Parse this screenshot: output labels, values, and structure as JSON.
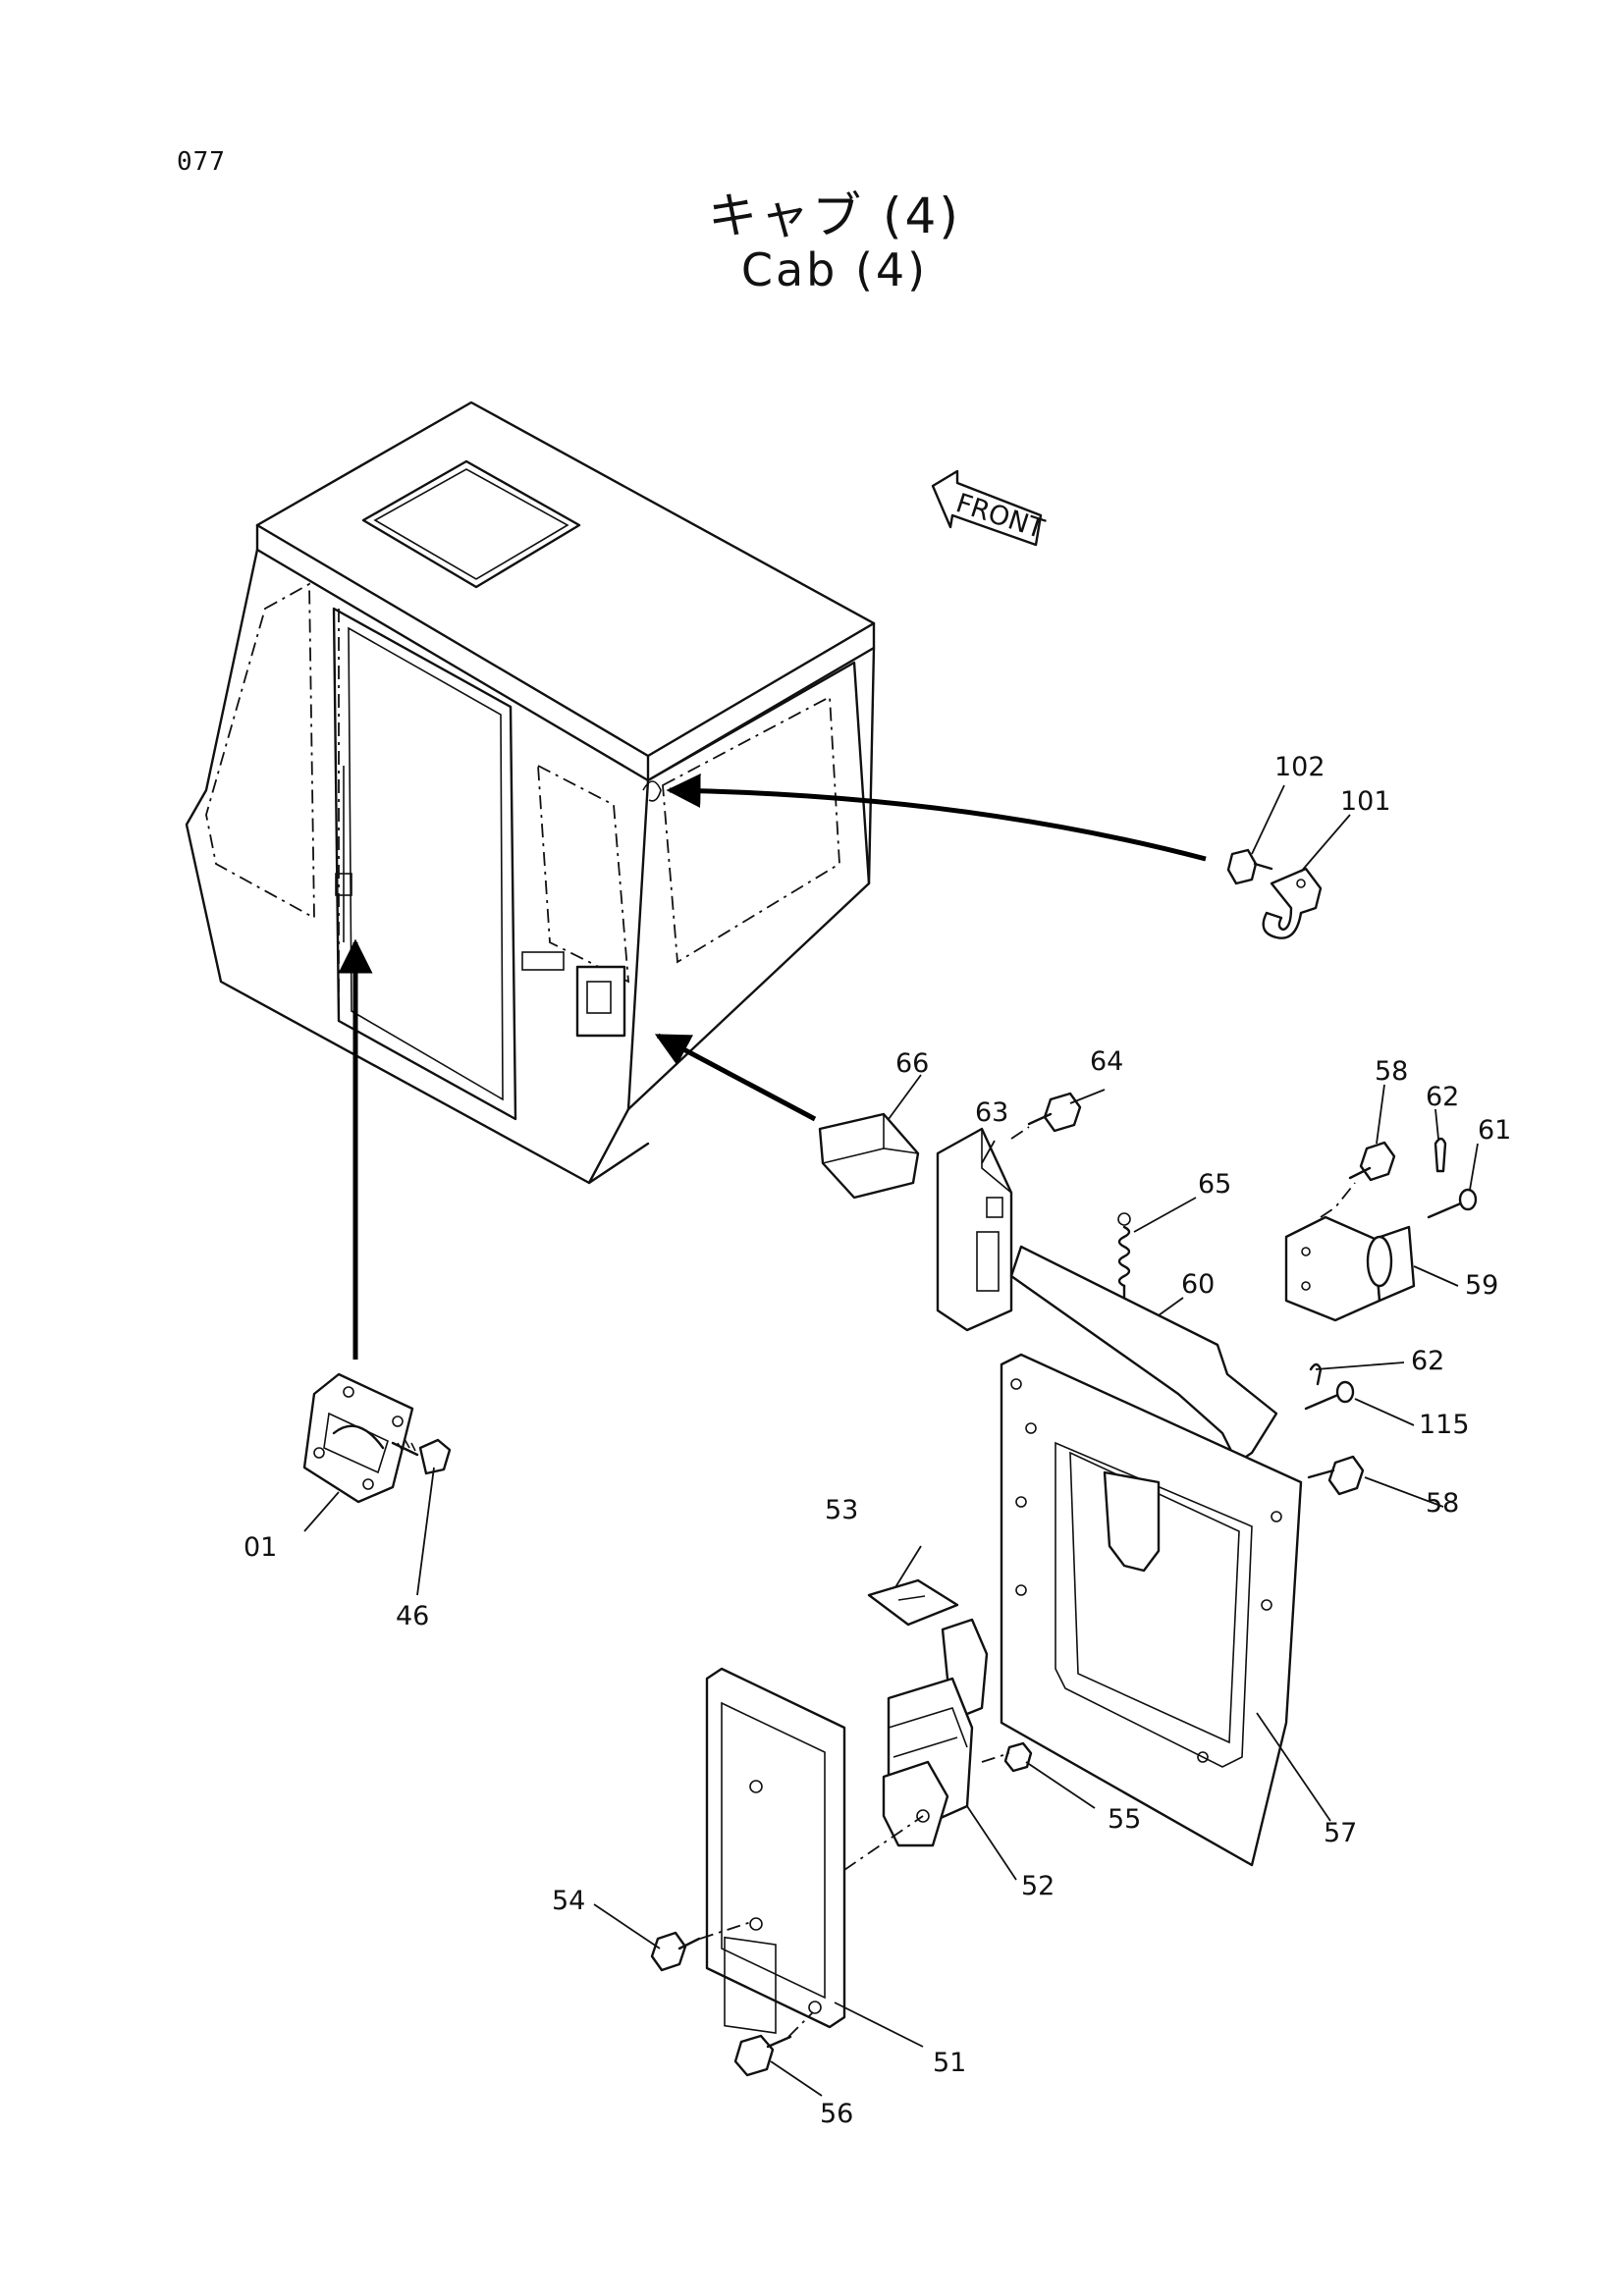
{
  "page_number": "077",
  "title_jp": "キャブ (4)",
  "title_en": "Cab (4)",
  "front_label": "FRONT",
  "callouts": [
    "01",
    "46",
    "51",
    "52",
    "53",
    "54",
    "55",
    "56",
    "57",
    "58",
    "58",
    "59",
    "60",
    "61",
    "62",
    "62",
    "63",
    "64",
    "65",
    "66",
    "101",
    "102",
    "115"
  ]
}
